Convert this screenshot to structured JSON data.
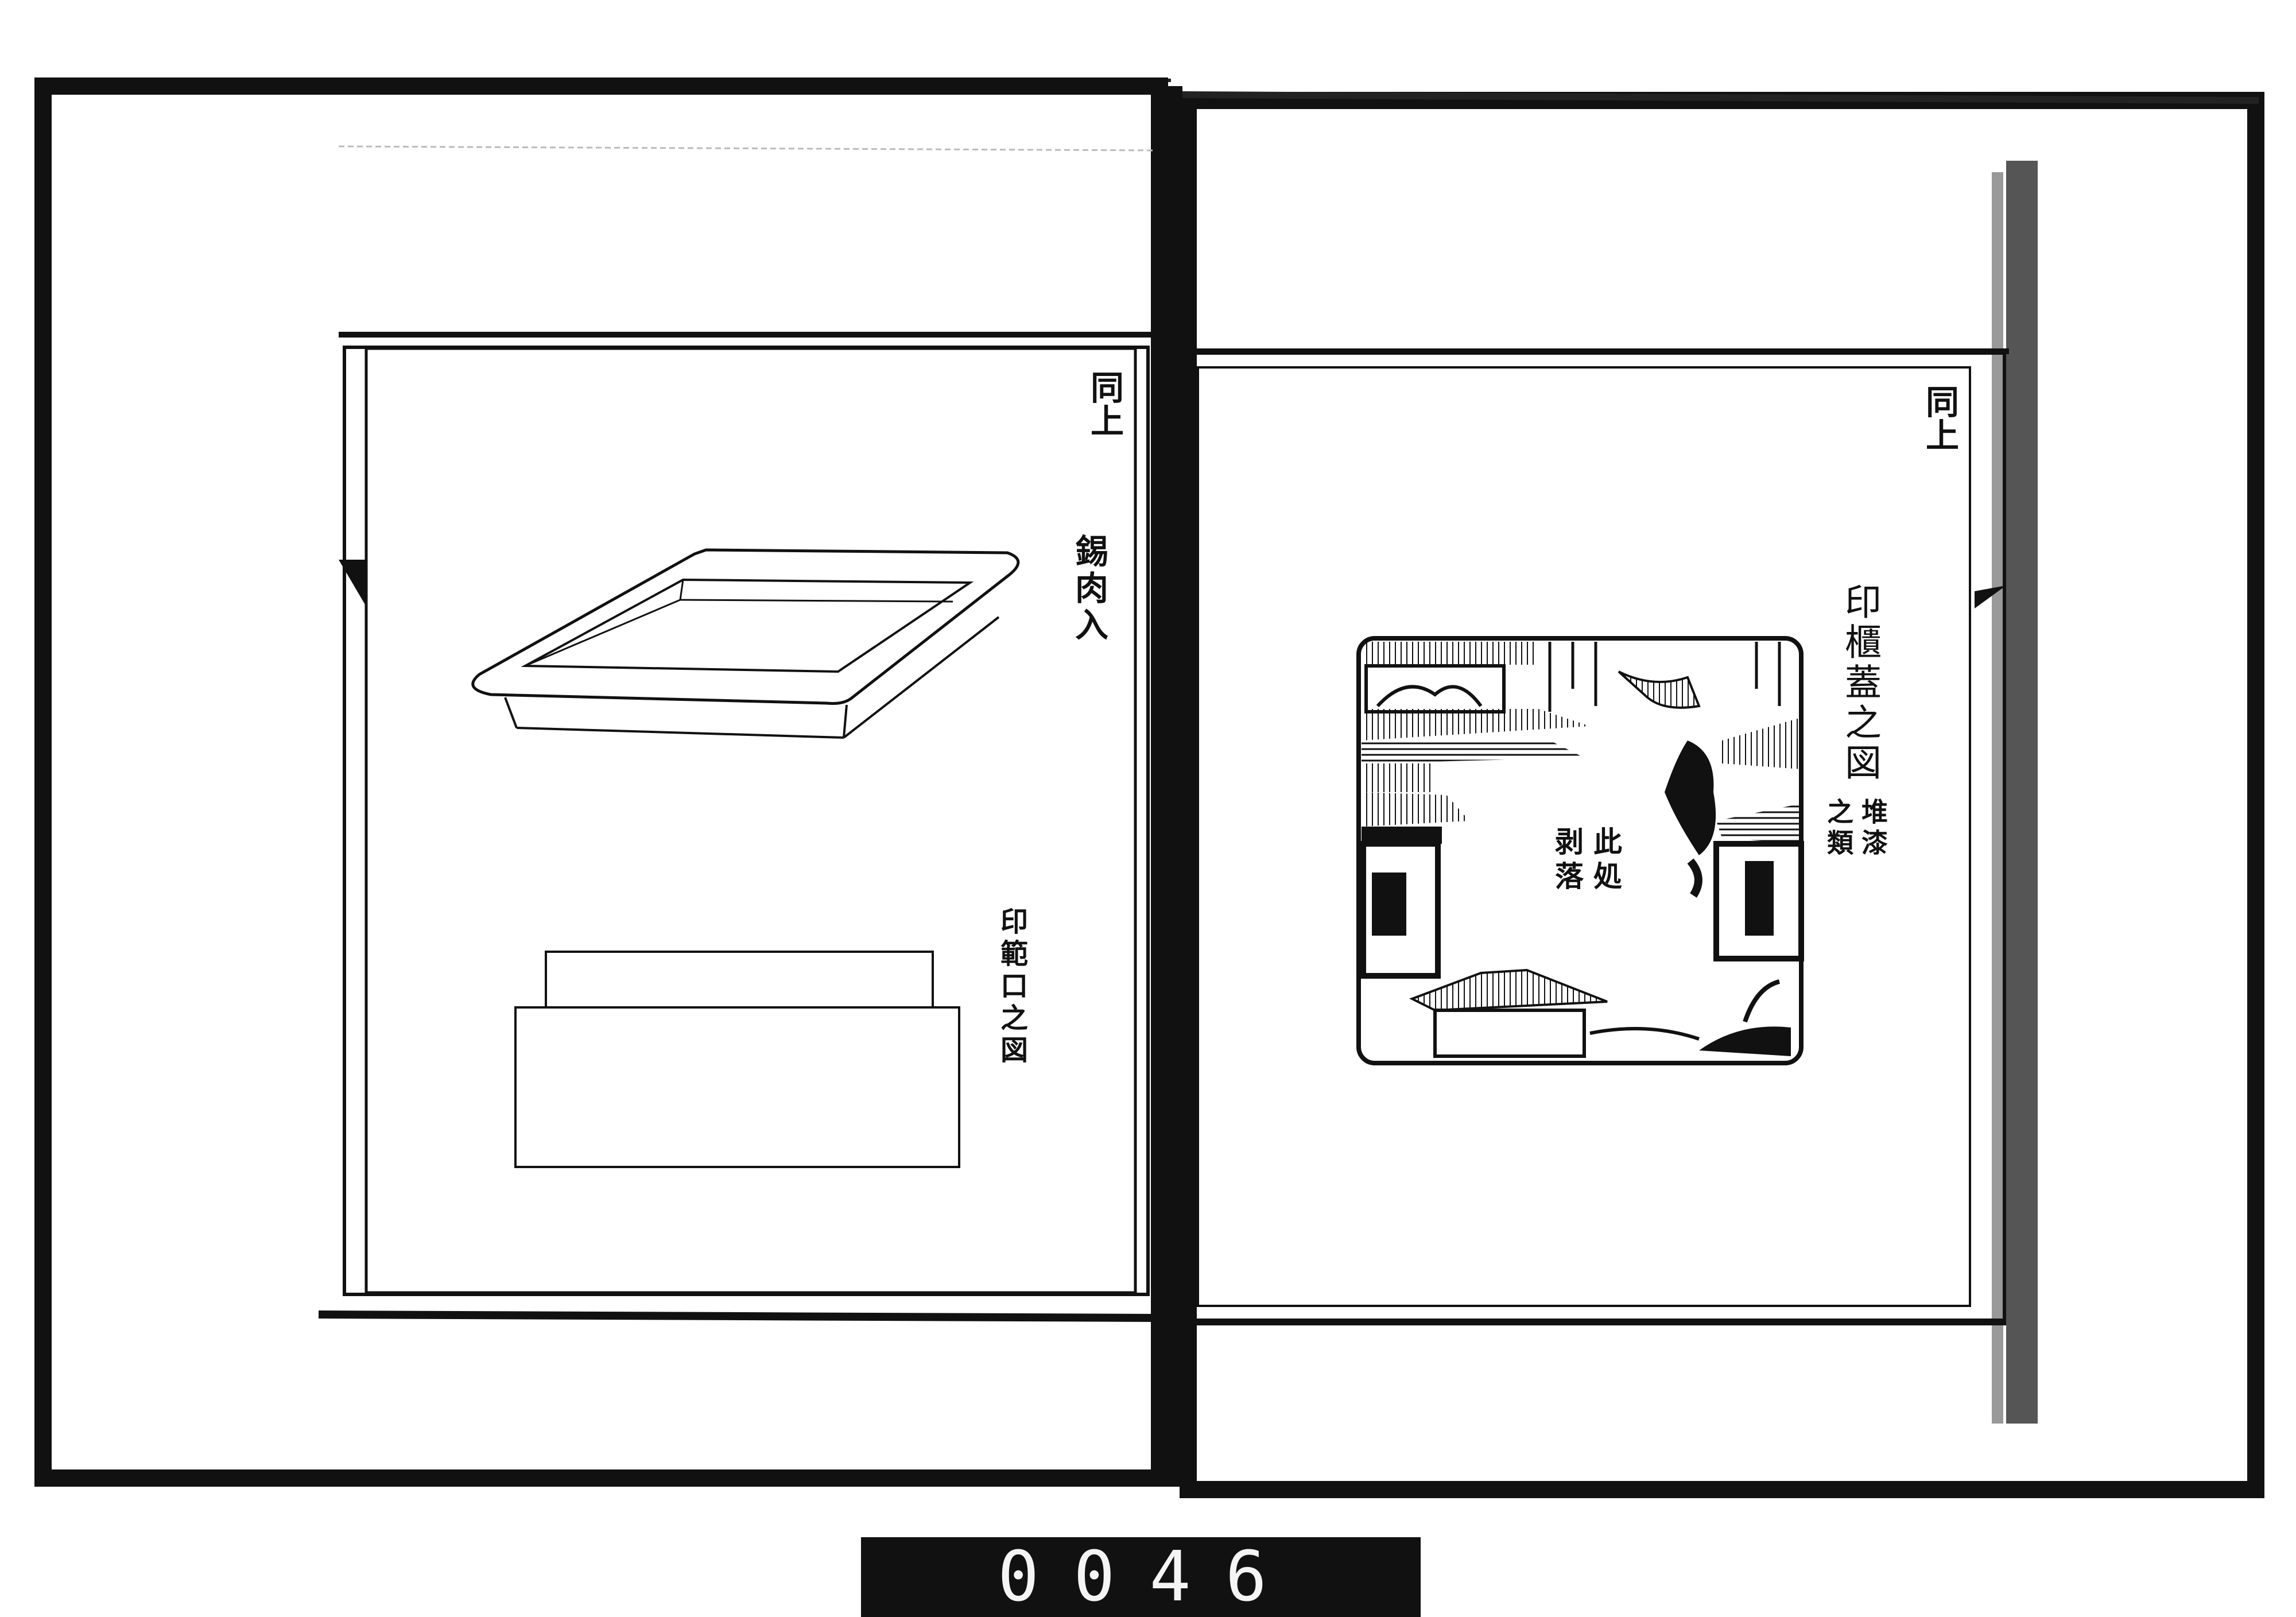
{
  "left_page": {
    "header": "同上",
    "label_tray": "錫肉入",
    "label_mould": "印範口之図"
  },
  "right_page": {
    "header": "同上",
    "title": "印櫃蓋之図",
    "subtitle_col1": "堆漆",
    "subtitle_col2": "之類",
    "picture_note_col1": "此処",
    "picture_note_col2": "剥落"
  },
  "frame_number": "0046"
}
